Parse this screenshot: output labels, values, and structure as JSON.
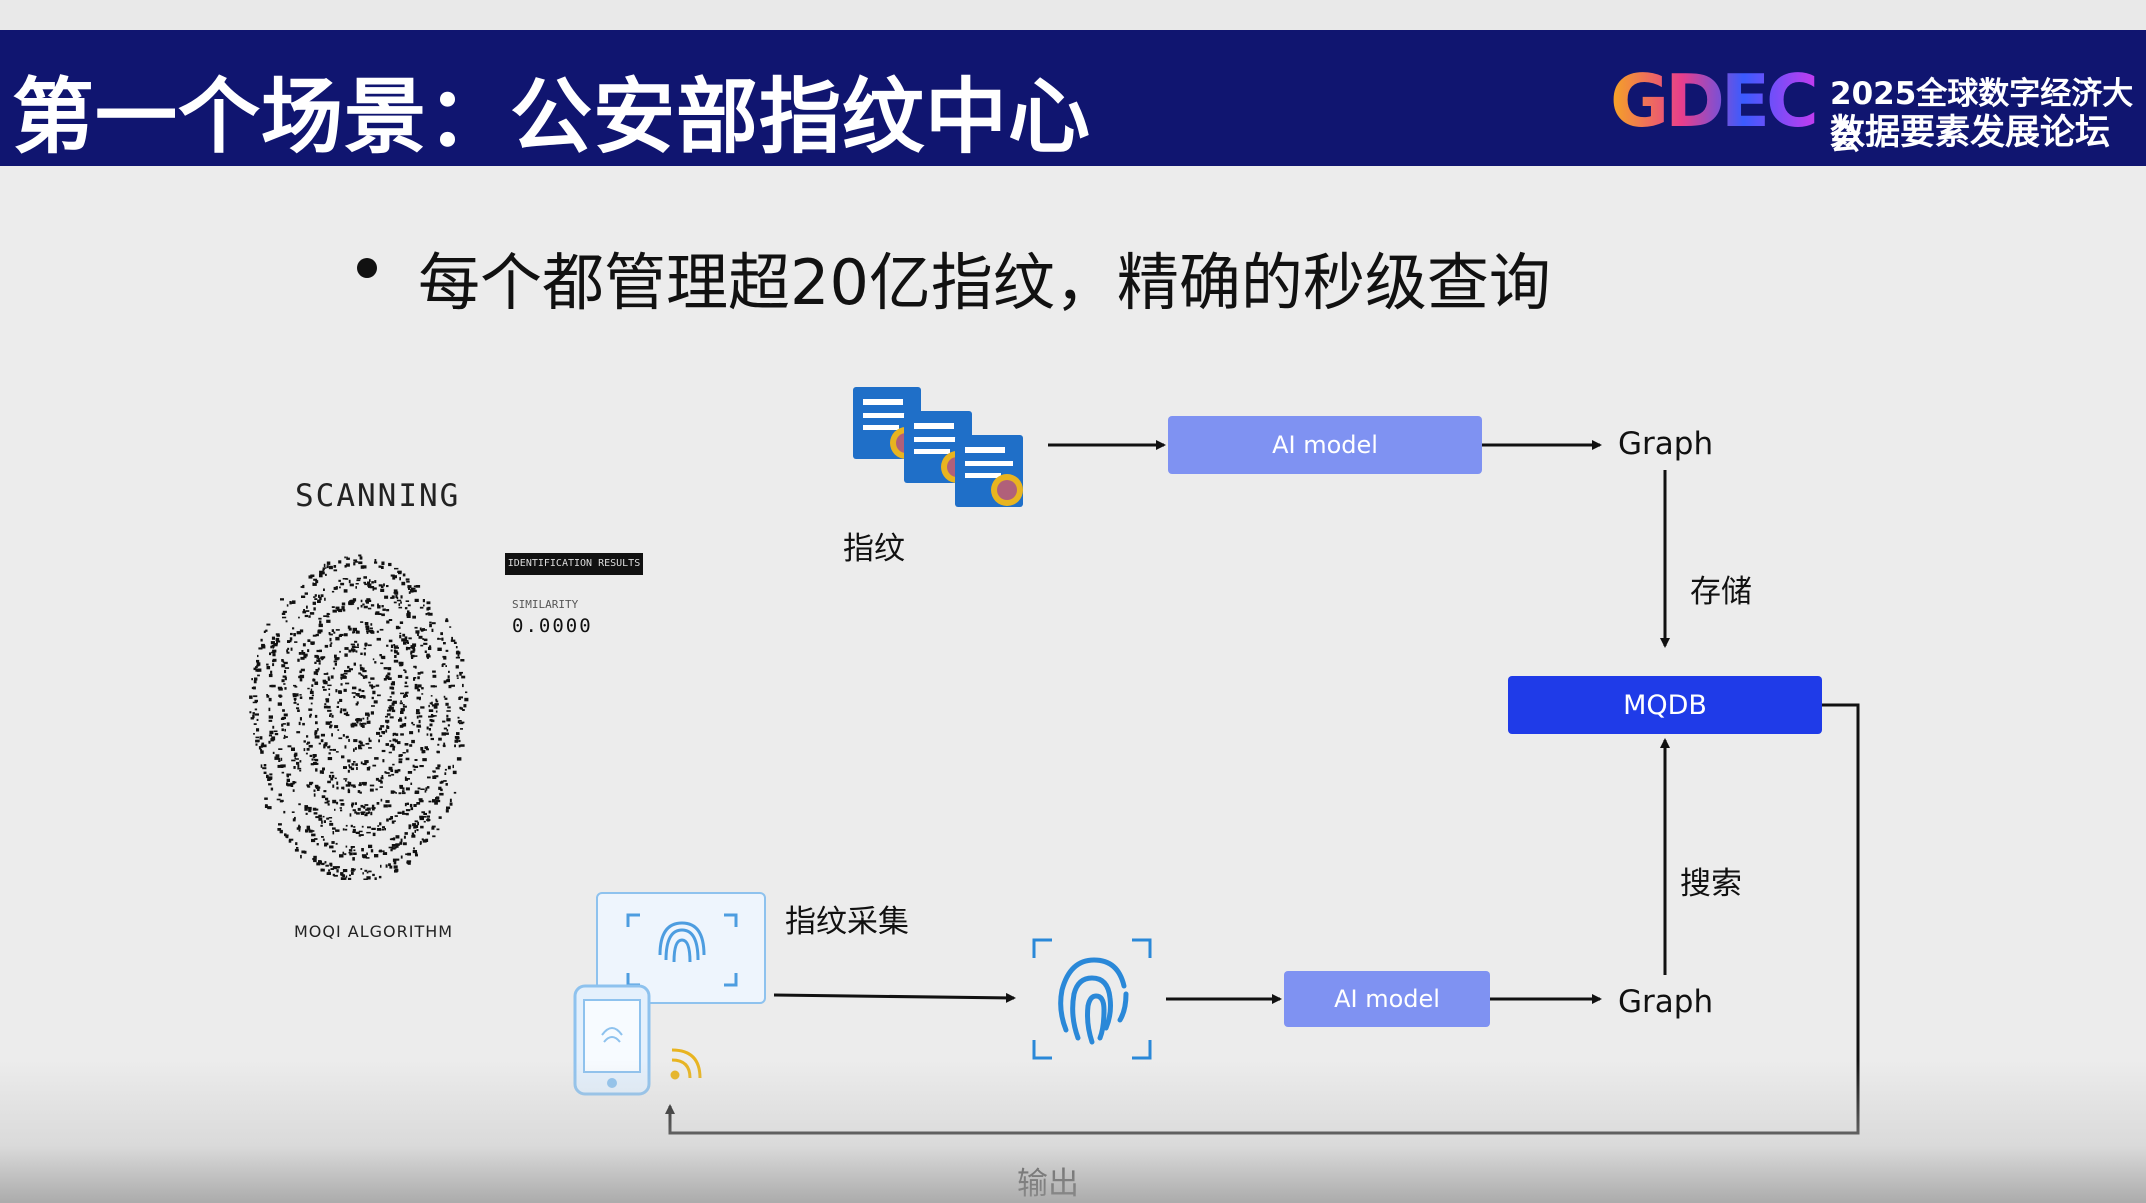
{
  "header": {
    "title": "第一个场景：公安部指纹中心",
    "logo_text": "GDEC",
    "event_line1": "2025全球数字经济大会",
    "event_line2": "数据要素发展论坛"
  },
  "bullet": "每个都管理超20亿指纹，精确的秒级查询",
  "scanning_panel": {
    "title": "SCANNING",
    "results_label": "IDENTIFICATION RESULTS",
    "similarity_label": "SIMILARITY",
    "similarity_value": "0.0000",
    "algorithm_label": "MOQI ALGORITHM"
  },
  "diagram": {
    "fingerprint_docs_label": "指纹",
    "ai_model_top": "AI model",
    "graph_top": "Graph",
    "store_label": "存储",
    "mqdb": "MQDB",
    "search_label": "搜索",
    "collect_label": "指纹采集",
    "ai_model_bottom": "AI model",
    "graph_bottom": "Graph",
    "output_label": "输出"
  },
  "colors": {
    "header_bg": "#101570",
    "ai_model_box": "#7f92f2",
    "mqdb_box": "#1f3be8",
    "fingerprint_icon": "#2a88d8",
    "doc_icon": "#1f6fc8",
    "badge": "#e8b420"
  }
}
